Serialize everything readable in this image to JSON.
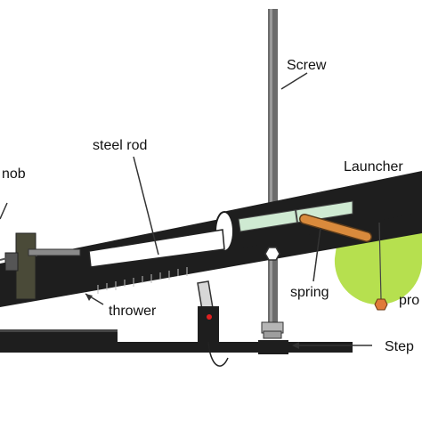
{
  "diagram": {
    "labels": {
      "screw": "Screw",
      "steel_rod": "steel rod",
      "launcher": "Launcher",
      "knob": "nob",
      "spring": "spring",
      "thrower": "thrower",
      "protractor": "pro",
      "stepper": "Step"
    },
    "colors": {
      "tube": "#1e1e1e",
      "slot": "#cfead2",
      "spring": "#d98a3c",
      "protractor": "#b6e04f",
      "led": "#e02020",
      "pole": "#6b6b6b",
      "bob": "#e07a3a"
    }
  }
}
